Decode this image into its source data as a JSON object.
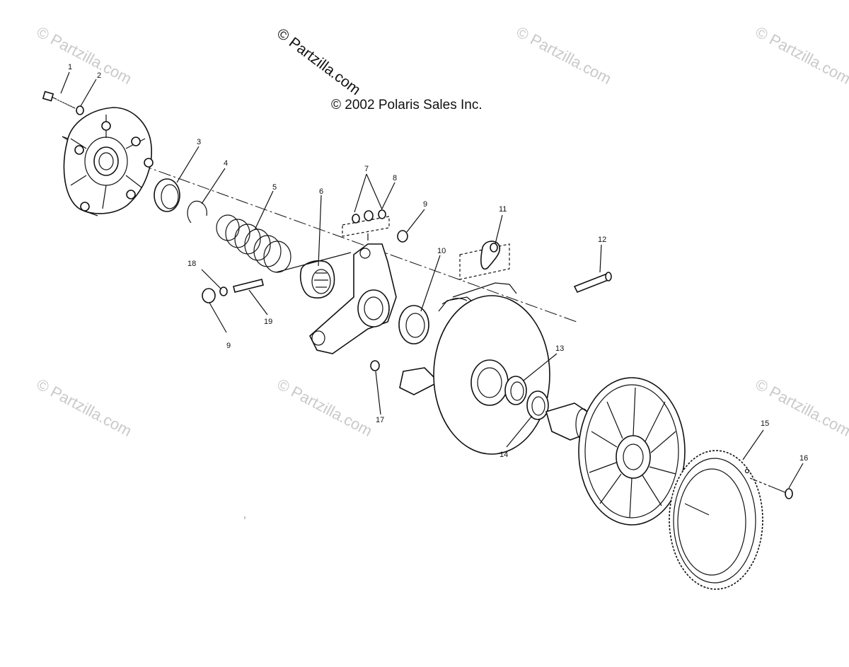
{
  "copyright_notice": "© 2002 Polaris Sales Inc.",
  "partzilla_credit": "© Partzilla.com",
  "watermark_text": "© Partzilla.com",
  "callouts": [
    "1",
    "2",
    "3",
    "4",
    "5",
    "6",
    "7",
    "8",
    "9",
    "9",
    "10",
    "11",
    "12",
    "13",
    "14",
    "15",
    "16",
    "17",
    "18",
    "19"
  ]
}
